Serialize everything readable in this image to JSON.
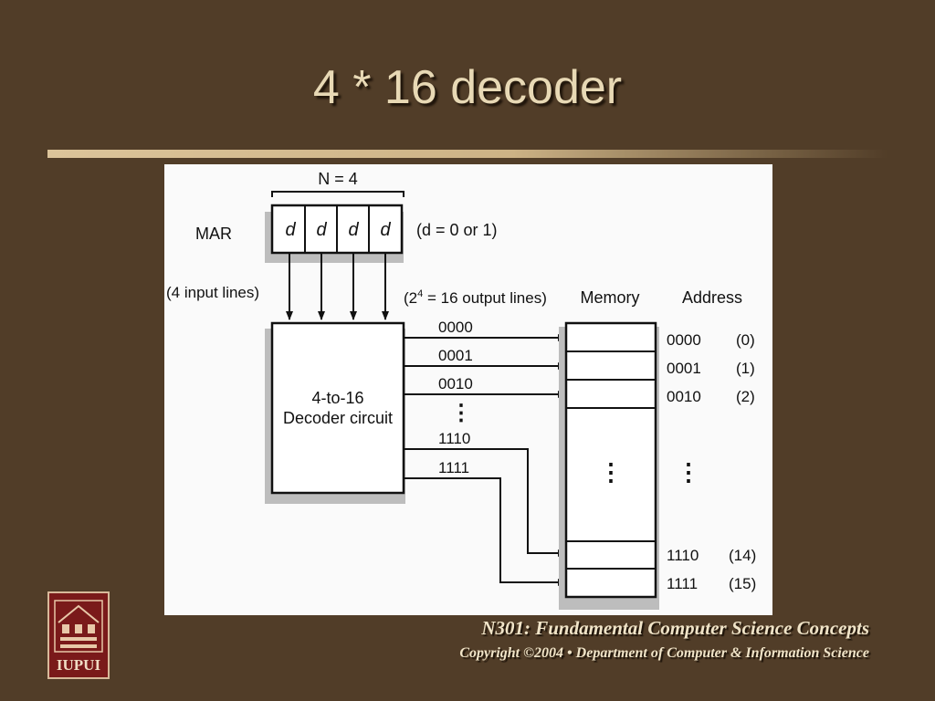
{
  "slide": {
    "title": "4 * 16 decoder"
  },
  "diagram": {
    "n_label": "N = 4",
    "mar_label": "MAR",
    "mar_bits": [
      "d",
      "d",
      "d",
      "d"
    ],
    "bit_note": "(d = 0 or 1)",
    "input_note": "(4 input lines)",
    "output_note_pre": "(2",
    "output_note_sup": "4",
    "output_note_post": " = 16 output lines)",
    "decoder_line1": "4-to-16",
    "decoder_line2": "Decoder circuit",
    "output_lines": [
      "0000",
      "0001",
      "0010",
      "1110",
      "1111"
    ],
    "ellipsis": "⋮",
    "memory_label": "Memory",
    "address_label": "Address",
    "addresses": [
      {
        "binary": "0000",
        "decimal": "(0)"
      },
      {
        "binary": "0001",
        "decimal": "(1)"
      },
      {
        "binary": "0010",
        "decimal": "(2)"
      },
      {
        "binary": "1110",
        "decimal": "(14)"
      },
      {
        "binary": "1111",
        "decimal": "(15)"
      }
    ]
  },
  "logo": {
    "text": "IUPUI"
  },
  "footer": {
    "course": "N301: Fundamental Computer Science Concepts",
    "copyright": "Copyright ©2004 • Department of Computer & Information Science"
  }
}
